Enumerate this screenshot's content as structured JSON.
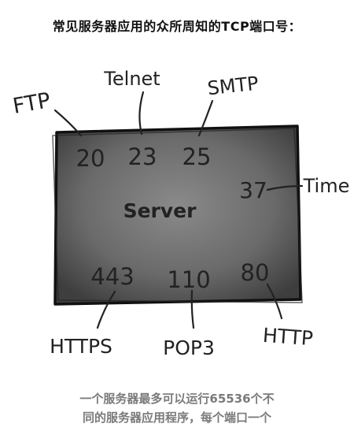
{
  "title": "常见服务器应用的众所周知的TCP端口号：",
  "server_label": "Server",
  "ports": {
    "ftp": {
      "service": "FTP",
      "port": "20"
    },
    "telnet": {
      "service": "Telnet",
      "port": "23"
    },
    "smtp": {
      "service": "SMTP",
      "port": "25"
    },
    "time": {
      "service": "Time",
      "port": "37"
    },
    "https": {
      "service": "HTTPS",
      "port": "443"
    },
    "pop3": {
      "service": "POP3",
      "port": "110"
    },
    "http": {
      "service": "HTTP",
      "port": "80"
    }
  },
  "caption": {
    "line1": "一个服务器最多可以运行65536个不",
    "line2": "同的服务器应用程序，每个端口一个"
  }
}
